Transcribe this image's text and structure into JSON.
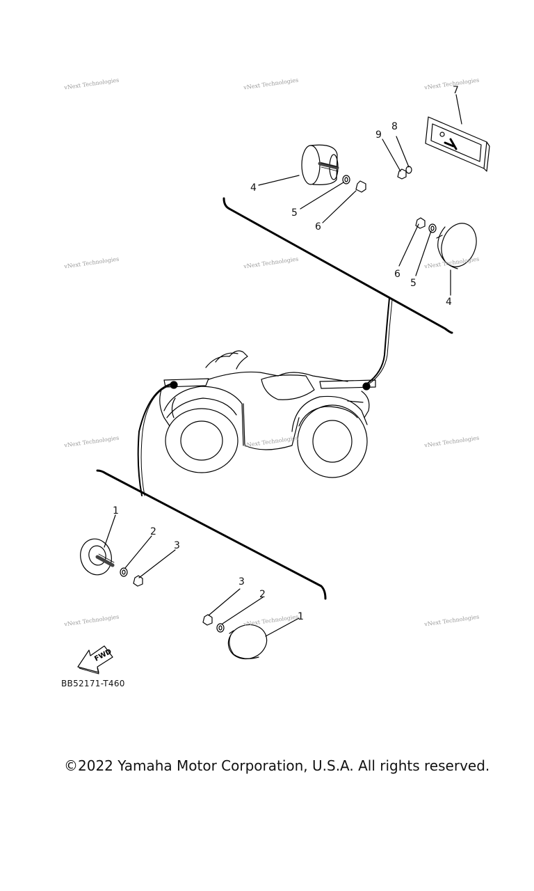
{
  "watermark_text": "vNext Technologies",
  "callouts": {
    "c1a": "1",
    "c2a": "2",
    "c3a": "3",
    "c1b": "1",
    "c2b": "2",
    "c3b": "3",
    "c4a": "4",
    "c5a": "5",
    "c6a": "6",
    "c4b": "4",
    "c5b": "5",
    "c6b": "6",
    "c7": "7",
    "c8": "8",
    "c9": "9"
  },
  "fwd_label": "FWD",
  "part_code": "BB52171-T460",
  "copyright": "©2022 Yamaha Motor Corporation, U.S.A. All rights reserved."
}
